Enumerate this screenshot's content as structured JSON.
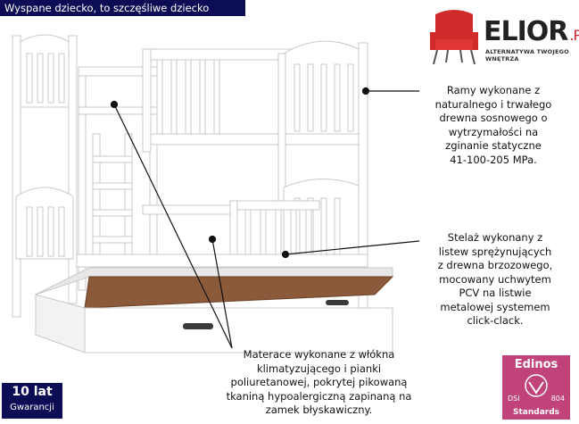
{
  "banner": {
    "title": "Wyspane dziecko, to szczęśliwe dziecko"
  },
  "logo": {
    "name": "ELIOR",
    "suffix": ".PL",
    "tagline": "ALTERNATYWA TWOJEGO WNĘTRZA"
  },
  "notes": {
    "frame": "Ramy wykonane z\nnaturalnego i trwałego\ndrewna sosnowego o\nwytrzymałości na\nzginanie statyczne\n41-100-205 MPa.",
    "slats": "Stelaż wykonany z\nlistew sprężynujących\nz drewna brzozowego,\nmocowany uchwytem\nPCV na listwie\nmetalowej systemem\nclick-clack.",
    "mattress": "Materace wykonane z włókna\nklimatyzującego i pianki\npoliuretanowej, pokrytej pikowaną\ntkaniną hypoalergiczną zapinaną na\nzamek błyskawiczny."
  },
  "warranty": {
    "years": "10 lat",
    "label": "Gwarancji"
  },
  "certificate": {
    "brand": "Edinos",
    "standard": "DSI",
    "number": "804",
    "label": "Standards"
  },
  "colors": {
    "navy": "#0d0d55",
    "pink": "#c0447a",
    "red": "#c8202f"
  }
}
